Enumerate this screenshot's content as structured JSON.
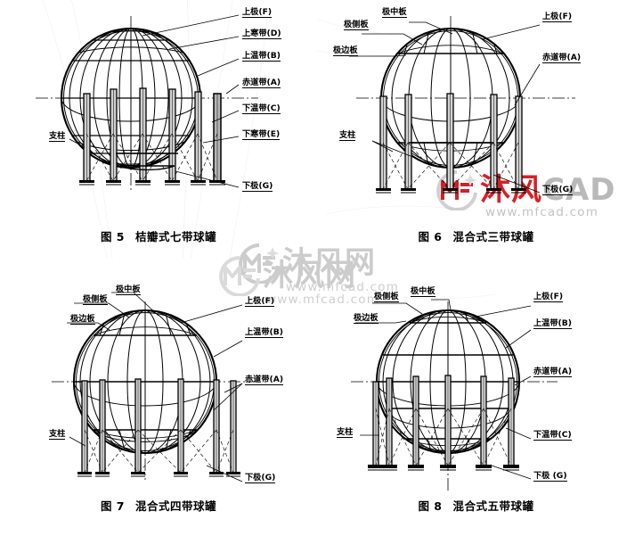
{
  "document": {
    "type": "technical-drawing-sheet",
    "title": "球罐分带结构图",
    "background_color": "#ffffff",
    "line_color": "#000000"
  },
  "watermarks": [
    {
      "id": "wm-center",
      "cn": "沐风网",
      "en": "",
      "url": "www.mfcad.com",
      "style": "gray",
      "color": "#cccccc"
    },
    {
      "id": "wm-right",
      "cn": "沐风",
      "en": "CAD",
      "url": "www.mfcad.com",
      "style": "red",
      "color": "#d81f26"
    },
    {
      "id": "wm-mid-left",
      "cn": "沐风网",
      "en": "",
      "url": "www.mfcad.com",
      "style": "gray",
      "color": "#cccccc"
    }
  ],
  "figures": [
    {
      "id": "fig5",
      "caption_number": "图 5",
      "caption_text": "桔瓣式七带球罐",
      "band_count": 7,
      "column_count": 6,
      "labels": [
        {
          "id": "f5-l1",
          "text": "上极(F)",
          "side": "right"
        },
        {
          "id": "f5-l2",
          "text": "上寒带(D)",
          "side": "right"
        },
        {
          "id": "f5-l3",
          "text": "上温带(B)",
          "side": "right"
        },
        {
          "id": "f5-l4",
          "text": "赤道带(A)",
          "side": "right"
        },
        {
          "id": "f5-l5",
          "text": "下温带(C)",
          "side": "right"
        },
        {
          "id": "f5-l6",
          "text": "下寒带(E)",
          "side": "right"
        },
        {
          "id": "f5-l7",
          "text": "下极(G)",
          "side": "right"
        },
        {
          "id": "f5-l8",
          "text": "支柱",
          "side": "left"
        }
      ]
    },
    {
      "id": "fig6",
      "caption_number": "图 6",
      "caption_text": "混合式三带球罐",
      "band_count": 3,
      "column_count": 5,
      "labels": [
        {
          "id": "f6-l1",
          "text": "极中板",
          "side": "left"
        },
        {
          "id": "f6-l2",
          "text": "极侧板",
          "side": "left"
        },
        {
          "id": "f6-l3",
          "text": "极边板",
          "side": "left"
        },
        {
          "id": "f6-l4",
          "text": "上极(F)",
          "side": "right"
        },
        {
          "id": "f6-l5",
          "text": "赤道带(A)",
          "side": "right"
        },
        {
          "id": "f6-l6",
          "text": "支柱",
          "side": "left"
        },
        {
          "id": "f6-l7",
          "text": "下极(G)",
          "side": "right"
        }
      ]
    },
    {
      "id": "fig7",
      "caption_number": "图 7",
      "caption_text": "混合式四带球罐",
      "band_count": 4,
      "column_count": 6,
      "labels": [
        {
          "id": "f7-l1",
          "text": "极中板",
          "side": "left"
        },
        {
          "id": "f7-l2",
          "text": "极侧板",
          "side": "left"
        },
        {
          "id": "f7-l3",
          "text": "极边板",
          "side": "left"
        },
        {
          "id": "f7-l4",
          "text": "上极(F)",
          "side": "right"
        },
        {
          "id": "f7-l5",
          "text": "上温带(B)",
          "side": "right"
        },
        {
          "id": "f7-l6",
          "text": "赤道带(A)",
          "side": "right"
        },
        {
          "id": "f7-l7",
          "text": "支柱",
          "side": "left"
        },
        {
          "id": "f7-l8",
          "text": "下极(G)",
          "side": "right"
        }
      ]
    },
    {
      "id": "fig8",
      "caption_number": "图 8",
      "caption_text": "混合式五带球罐",
      "band_count": 5,
      "column_count": 6,
      "labels": [
        {
          "id": "f8-l1",
          "text": "极侧板",
          "side": "left"
        },
        {
          "id": "f8-l2",
          "text": "极中板",
          "side": "left"
        },
        {
          "id": "f8-l3",
          "text": "极边板",
          "side": "left"
        },
        {
          "id": "f8-l4",
          "text": "上极(F)",
          "side": "right"
        },
        {
          "id": "f8-l5",
          "text": "上温带(B)",
          "side": "right"
        },
        {
          "id": "f8-l6",
          "text": "赤道带(A)",
          "side": "right"
        },
        {
          "id": "f8-l7",
          "text": "下温带(C)",
          "side": "right"
        },
        {
          "id": "f8-l8",
          "text": "支柱",
          "side": "left"
        },
        {
          "id": "f8-l9",
          "text": "下极 (G)",
          "side": "right"
        }
      ]
    }
  ]
}
